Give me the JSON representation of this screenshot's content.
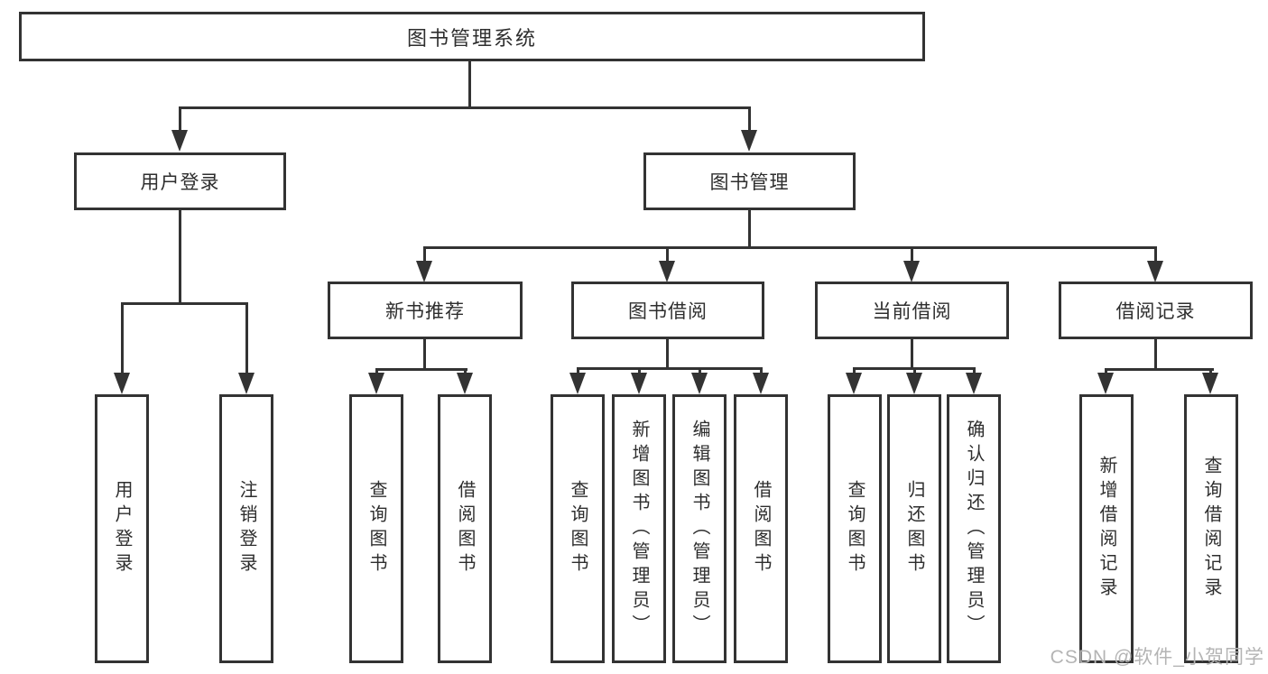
{
  "colors": {
    "background": "#ffffff",
    "line": "#333333",
    "box_border": "#333333",
    "text": "#2e2e2e",
    "watermark": "#b4b4b4"
  },
  "diagram": {
    "type": "hierarchy-tree",
    "root": {
      "label": "图书管理系统"
    },
    "branches": [
      {
        "label": "用户登录",
        "children": [
          {
            "label": "用户登录"
          },
          {
            "label": "注销登录"
          }
        ]
      },
      {
        "label": "图书管理",
        "children": [
          {
            "label": "新书推荐",
            "children": [
              {
                "label": "查询图书"
              },
              {
                "label": "借阅图书"
              }
            ]
          },
          {
            "label": "图书借阅",
            "children": [
              {
                "label": "查询图书"
              },
              {
                "label": "新增图书（管理员）"
              },
              {
                "label": "编辑图书（管理员）"
              },
              {
                "label": "借阅图书"
              }
            ]
          },
          {
            "label": "当前借阅",
            "children": [
              {
                "label": "查询图书"
              },
              {
                "label": "归还图书"
              },
              {
                "label": "确认归还（管理员）"
              }
            ]
          },
          {
            "label": "借阅记录",
            "children": [
              {
                "label": "新增借阅记录"
              },
              {
                "label": "查询借阅记录"
              }
            ]
          }
        ]
      }
    ]
  },
  "watermark": {
    "text": "CSDN @软件_小贺同学"
  }
}
